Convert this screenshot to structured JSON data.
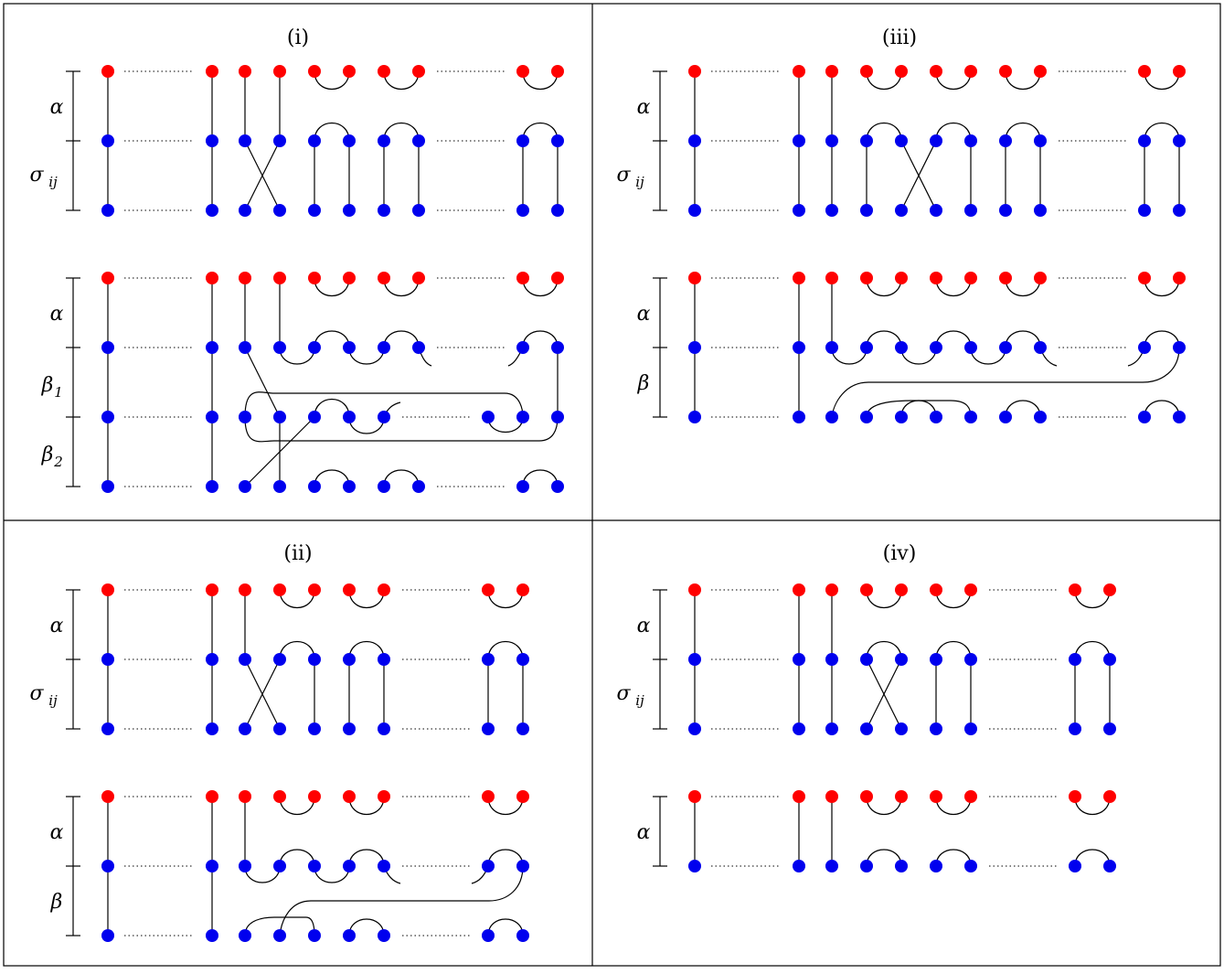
{
  "colors": {
    "red_node": "#ff0000",
    "blue_node": "#0000ee",
    "line": "#000000"
  },
  "panels": [
    {
      "id": "i",
      "title": "(i)",
      "diagrams": [
        {
          "labels": [
            {
              "sym": "α",
              "sub": ""
            },
            {
              "sym": "σ",
              "sub": "ij"
            }
          ]
        },
        {
          "labels": [
            {
              "sym": "α",
              "sub": ""
            },
            {
              "sym": "β",
              "sub": "1"
            },
            {
              "sym": "β",
              "sub": "2"
            }
          ]
        }
      ]
    },
    {
      "id": "iii",
      "title": "(iii)",
      "diagrams": [
        {
          "labels": [
            {
              "sym": "α",
              "sub": ""
            },
            {
              "sym": "σ",
              "sub": "ij"
            }
          ]
        },
        {
          "labels": [
            {
              "sym": "α",
              "sub": ""
            },
            {
              "sym": "β",
              "sub": ""
            }
          ]
        }
      ]
    },
    {
      "id": "ii",
      "title": "(ii)",
      "diagrams": [
        {
          "labels": [
            {
              "sym": "α",
              "sub": ""
            },
            {
              "sym": "σ",
              "sub": "ij"
            }
          ]
        },
        {
          "labels": [
            {
              "sym": "α",
              "sub": ""
            },
            {
              "sym": "β",
              "sub": ""
            }
          ]
        }
      ]
    },
    {
      "id": "iv",
      "title": "(iv)",
      "diagrams": [
        {
          "labels": [
            {
              "sym": "α",
              "sub": ""
            },
            {
              "sym": "σ",
              "sub": "ij"
            }
          ]
        },
        {
          "labels": [
            {
              "sym": "α",
              "sub": ""
            }
          ]
        }
      ]
    }
  ]
}
